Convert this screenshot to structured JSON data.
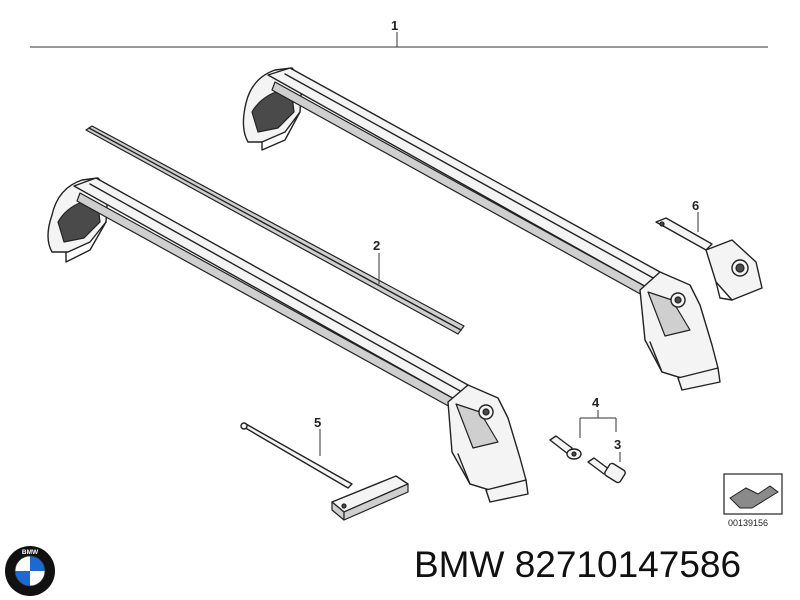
{
  "diagram": {
    "callouts": [
      {
        "number": "1",
        "part": "roof-rack-crossbar-set"
      },
      {
        "number": "2",
        "part": "rubber-strip"
      },
      {
        "number": "3",
        "part": "key"
      },
      {
        "number": "4",
        "part": "lock-cylinder-set"
      },
      {
        "number": "5",
        "part": "torque-wrench"
      },
      {
        "number": "6",
        "part": "mounting-bracket"
      }
    ],
    "reference_code": "00139156"
  },
  "caption": {
    "brand": "BMW",
    "part_number": "82710147586",
    "text": "BMW 82710147586"
  },
  "logo": {
    "letters": "BMW",
    "colors": {
      "ring": "#111111",
      "blue": "#1c69d4",
      "white": "#ffffff"
    }
  }
}
